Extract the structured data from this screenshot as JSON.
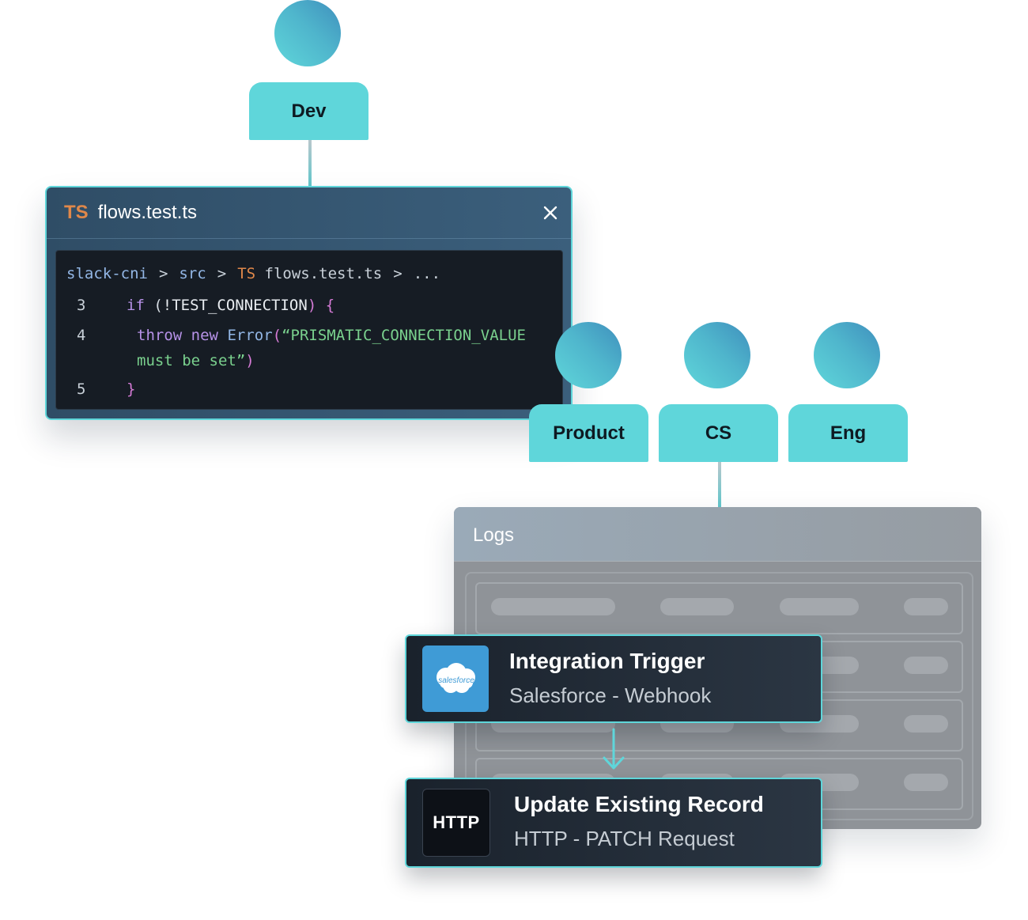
{
  "roles": {
    "dev": "Dev",
    "product": "Product",
    "cs": "CS",
    "eng": "Eng"
  },
  "editor": {
    "badge": "TS",
    "title": "flows.test.ts",
    "close_icon": "close-icon",
    "breadcrumb": {
      "project": "slack-cni",
      "folder": "src",
      "file_badge": "TS",
      "file": "flows.test.ts",
      "more": "...",
      "separator": ">"
    },
    "lines": [
      {
        "number": "3",
        "text": "if (!TEST_CONNECTION) {"
      },
      {
        "number": "4",
        "text": "throw new Error(“PRISMATIC_CONNECTION_VALUE must be set”)"
      },
      {
        "number": "5",
        "text": "}"
      }
    ],
    "tokens": {
      "if": "if",
      "open_paren": " (",
      "condition": "!TEST_CONNECTION",
      "close_paren_brace": ") {",
      "throw": "throw",
      "new": "new",
      "error": "Error",
      "paren": "(",
      "string_start": "“PRISMATIC_CONNECTION_VALUE",
      "string_end": "must be set”",
      "close_paren": ")",
      "close_brace": "}"
    }
  },
  "logs": {
    "title": "Logs"
  },
  "steps": [
    {
      "title": "Integration Trigger",
      "subtitle": "Salesforce - Webhook",
      "icon": "salesforce-logo",
      "logo_text": "salesforce"
    },
    {
      "title": "Update Existing Record",
      "subtitle": "HTTP - PATCH Request",
      "icon": "http-icon",
      "icon_label": "HTTP"
    }
  ],
  "colors": {
    "accent": "#5fd6da",
    "ts_orange": "#e0884a",
    "salesforce_blue": "#3f9bd6"
  }
}
